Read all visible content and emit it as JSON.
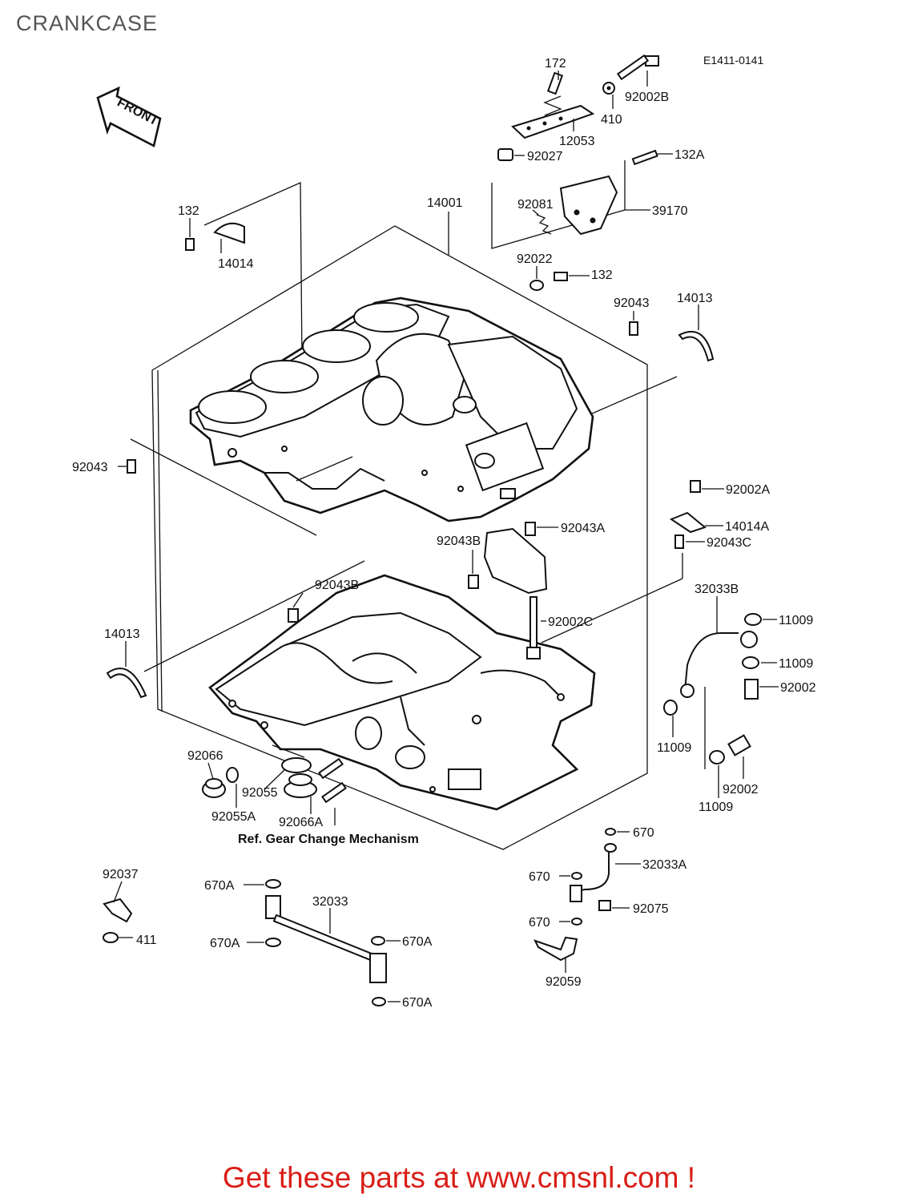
{
  "title": "CRANKCASE",
  "diagram_code": "E1411-0141",
  "front_arrow": "FRONT",
  "ref_note": "Ref. Gear Change Mechanism",
  "footer": "Get these parts at www.cmsnl.com !",
  "parts": {
    "p172": "172",
    "p92002B": "92002B",
    "p410": "410",
    "p12053": "12053",
    "p92027": "92027",
    "p132A": "132A",
    "p92081": "92081",
    "p39170": "39170",
    "p14001": "14001",
    "p132_top": "132",
    "p14014": "14014",
    "p92022": "92022",
    "p132_mid": "132",
    "p92043_top": "92043",
    "p14013_top": "14013",
    "p92043_left": "92043",
    "p92002A": "92002A",
    "p14014A": "14014A",
    "p92043C": "92043C",
    "p92043A": "92043A",
    "p92043B_a": "92043B",
    "p92043B_b": "92043B",
    "p92002C": "92002C",
    "p32033B": "32033B",
    "p11009_a": "11009",
    "p11009_b": "11009",
    "p92002_a": "92002",
    "p11009_c": "11009",
    "p11009_d": "11009",
    "p92002_b": "92002",
    "p14013_bot": "14013",
    "p92066": "92066",
    "p92055": "92055",
    "p92055A": "92055A",
    "p92066A": "92066A",
    "p670_a": "670",
    "p32033A": "32033A",
    "p670_b": "670",
    "p92075": "92075",
    "p670_c": "670",
    "p92059": "92059",
    "p92037": "92037",
    "p411": "411",
    "p670A_a": "670A",
    "p32033": "32033",
    "p670A_b": "670A",
    "p670A_c": "670A",
    "p670A_d": "670A"
  }
}
